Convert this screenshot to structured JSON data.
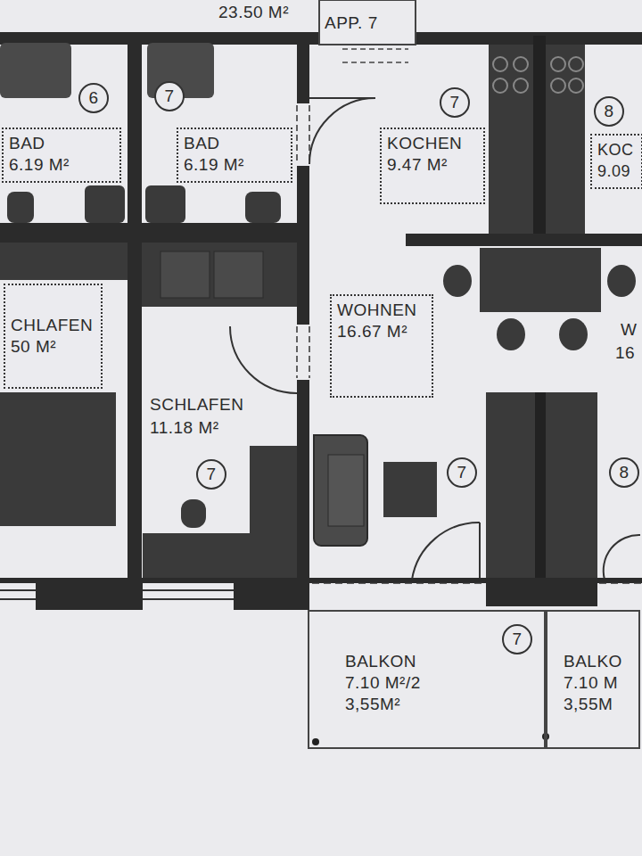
{
  "diagram": {
    "nodes": [
      {
        "text": [
          "6"
        ]
      },
      {
        "text": [
          "BAD",
          "6.19 M²"
        ]
      },
      {
        "text": [
          "7"
        ]
      },
      {
        "text": [
          "BAD",
          "6.19 M²"
        ]
      },
      {
        "text": [
          "7"
        ]
      },
      {
        "text": [
          "KOCHEN",
          "9.47 M²"
        ]
      },
      {
        "text": [
          "8"
        ]
      },
      {
        "text": [
          "KOC",
          "9.09"
        ]
      },
      {
        "text": [
          "CHLAFEN",
          "50 M²"
        ]
      },
      {
        "text": [
          "WOHNEN",
          "16.67 M²"
        ]
      },
      {
        "text": [
          "7"
        ]
      },
      {
        "text": [
          "7"
        ]
      },
      {
        "text": [
          "8"
        ]
      },
      {
        "text": [
          "BALKON",
          "7.10 M²/2",
          "3,55M²"
        ]
      },
      {
        "text": [
          "7"
        ],
        "in": 13
      },
      {
        "text": [
          "BALKO",
          "7.10 M",
          "3,55M"
        ]
      }
    ],
    "labels": [
      "23.50 M²",
      "APP. 7",
      "SCHLAFEN",
      "11.18 M²",
      "W",
      "16"
    ]
  }
}
